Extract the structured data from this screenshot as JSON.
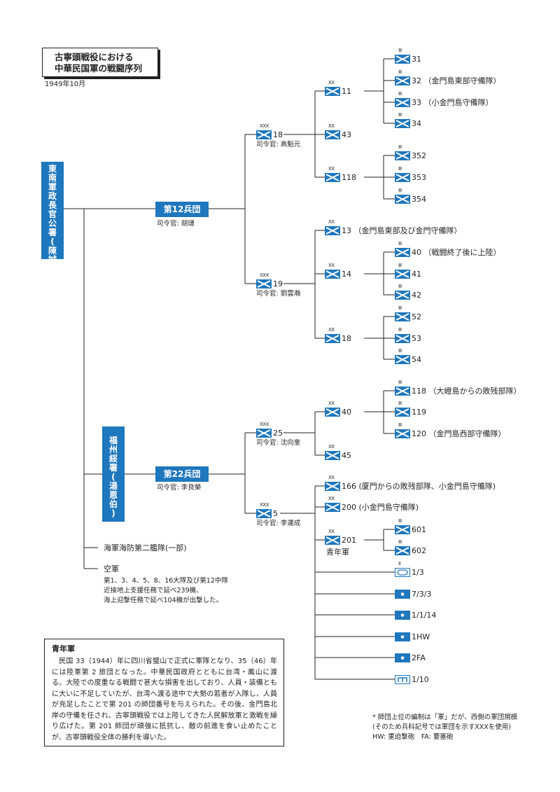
{
  "header": {
    "title_line1": "古寧頭戦役における",
    "title_line2": "中華民国軍の戦闘序列",
    "date": "1949年10月"
  },
  "colors": {
    "accent": "#1f77bd",
    "line": "#231f20"
  },
  "hq": {
    "chars": [
      "東",
      "南",
      "軍",
      "政",
      "長",
      "官",
      "公",
      "署",
      "(",
      "陳",
      "誠",
      ")"
    ]
  },
  "fujian": {
    "chars": [
      "福",
      "州",
      "綏",
      "署",
      "(",
      "湯",
      "恩",
      "伯",
      ")"
    ]
  },
  "army12": {
    "label": "第12兵団",
    "commander": "司令官: 胡璉"
  },
  "army22": {
    "label": "第22兵団",
    "commander": "司令官: 李良榮"
  },
  "corps": [
    {
      "echelon": "XXX",
      "num": "18",
      "commander": "司令官: 高魁元"
    },
    {
      "echelon": "XXX",
      "num": "19",
      "commander": "司令官: 劉雲瀚"
    },
    {
      "echelon": "XXX",
      "num": "25",
      "commander": "司令官: 沈向奎"
    },
    {
      "echelon": "XXX",
      "num": "5",
      "commander": "司令官: 李運成"
    }
  ],
  "divisions": [
    {
      "echelon": "XX",
      "label": "11"
    },
    {
      "echelon": "XX",
      "label": "43"
    },
    {
      "echelon": "XX",
      "label": "118"
    },
    {
      "echelon": "XX",
      "label": "13 （金門島東部及び金門守備隊）"
    },
    {
      "echelon": "XX",
      "label": "14"
    },
    {
      "echelon": "XX",
      "label": "18"
    },
    {
      "echelon": "XX",
      "label": "40"
    },
    {
      "echelon": "XX",
      "label": "45"
    },
    {
      "echelon": "XX",
      "label": "166 (厦門からの敗残部隊、小金門島守備隊)"
    },
    {
      "echelon": "XX",
      "label": "200 (小金門島守備隊)"
    },
    {
      "echelon": "XX",
      "label": "201"
    }
  ],
  "div201_note": "青年軍",
  "regiments": [
    {
      "echelon": "III",
      "label": "31"
    },
    {
      "echelon": "III",
      "label": "32 （金門島東部守備隊）"
    },
    {
      "echelon": "III",
      "label": "33 （小金門島守備隊）"
    },
    {
      "echelon": "III",
      "label": "34"
    },
    {
      "echelon": "III",
      "label": "352"
    },
    {
      "echelon": "III",
      "label": "353"
    },
    {
      "echelon": "III",
      "label": "354"
    },
    {
      "echelon": "III",
      "label": "40 （戦闘終了後に上陸）"
    },
    {
      "echelon": "III",
      "label": "41"
    },
    {
      "echelon": "III",
      "label": "42"
    },
    {
      "echelon": "III",
      "label": "52"
    },
    {
      "echelon": "III",
      "label": "53"
    },
    {
      "echelon": "III",
      "label": "54"
    },
    {
      "echelon": "III",
      "label": "118 （大嶝島からの敗残部隊）"
    },
    {
      "echelon": "III",
      "label": "119"
    },
    {
      "echelon": "III",
      "label": "120 （金門島西部守備隊）"
    },
    {
      "echelon": "III",
      "label": "601"
    },
    {
      "echelon": "III",
      "label": "602"
    }
  ],
  "support": [
    {
      "echelon": "II",
      "label": "1/3",
      "symbol": "armor"
    },
    {
      "echelon": "",
      "label": "7/3/3",
      "symbol": "artillery"
    },
    {
      "echelon": "",
      "label": "1/1/14",
      "symbol": "artillery"
    },
    {
      "echelon": "",
      "label": "1HW",
      "symbol": "artillery"
    },
    {
      "echelon": "",
      "label": "2FA",
      "symbol": "artillery"
    },
    {
      "echelon": "",
      "label": "1/10",
      "symbol": "engineer"
    }
  ],
  "navy": "海軍海防第二艦隊(一部)",
  "air": {
    "title": "空軍",
    "lines": [
      "第1、3、4、5、8、16大隊及び第12中隊",
      "近接地上支援任務で延べ239機、",
      "海上迎撃任務で延べ104機が出撃した。"
    ]
  },
  "note": {
    "heading": "青年軍",
    "body": "　民国 33（1944）年に四川省璧山で正式に軍隊となり、35（46）年には陸軍第 2 旅団となった。中華民国政府とともに台湾・鳳山に渡る。大陸での度重なる戦闘で甚大な損害を出しており、人員・装備ともに大いに不足していたが、台湾へ渡る途中で大勢の若者が入隊し、人員が充足したことで第 201 の師団番号を与えられた。その後、金門島北岸の守備を任され、古寧頭戦役では上陸してきた人民解放軍と激戦を繰り広げた。第 201 師団が頑強に抵抗し、敵の前進を食い止めたことが、古寧頭戦役全体の勝利を導いた。"
  },
  "footnote": [
    "* 師団上位の編制は「軍」だが、西側の軍団規模",
    "(そのため兵科記号では軍団を示すXXXを使用)",
    "HW: 重迫撃砲　FA: 要塞砲"
  ]
}
